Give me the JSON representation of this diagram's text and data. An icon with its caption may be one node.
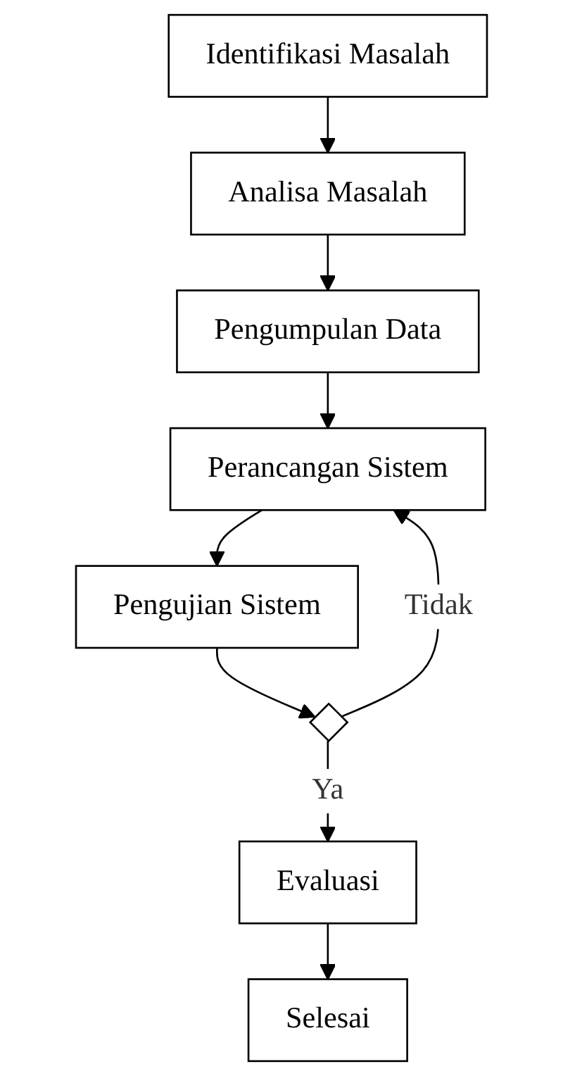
{
  "diagram": {
    "nodes": [
      {
        "text": [
          "Identifikasi Masalah"
        ]
      },
      {
        "text": [
          "Analisa Masalah"
        ]
      },
      {
        "text": [
          "Pengumpulan Data"
        ]
      },
      {
        "text": [
          "Perancangan Sistem"
        ]
      },
      {
        "text": [
          "Pengujian Sistem"
        ]
      },
      {
        "text": [],
        "shape": "diamond"
      },
      {
        "text": [
          "Evaluasi"
        ]
      },
      {
        "text": [
          "Selesai"
        ]
      }
    ],
    "edges": [
      {
        "from": 0,
        "to": 1,
        "arrow": "to"
      },
      {
        "from": 1,
        "to": 2,
        "arrow": "to"
      },
      {
        "from": 2,
        "to": 3,
        "arrow": "to"
      },
      {
        "from": 3,
        "to": 4,
        "arrow": "to"
      },
      {
        "from": 4,
        "to": 5,
        "arrow": "to"
      },
      {
        "from": 5,
        "to": 3,
        "label": "Tidak",
        "arrow": "to"
      },
      {
        "from": 5,
        "to": 6,
        "label": "Ya",
        "arrow": "to"
      },
      {
        "from": 6,
        "to": 7,
        "arrow": "to"
      }
    ]
  }
}
